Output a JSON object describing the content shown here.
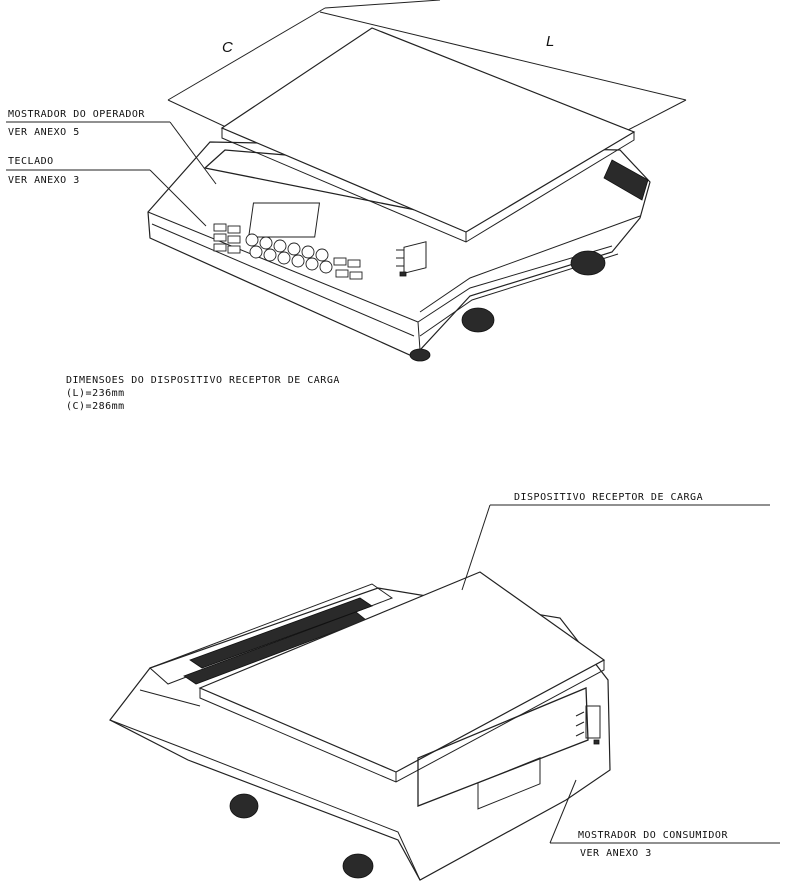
{
  "dimension_labels": {
    "c": "C",
    "l": "L"
  },
  "callouts_top": {
    "operator_display": "MOSTRADOR DO OPERADOR",
    "operator_display_ref": "VER ANEXO 5",
    "keyboard": "TECLADO",
    "keyboard_ref": "VER ANEXO 3"
  },
  "dimensions_note": {
    "heading": "DIMENSOES DO DISPOSITIVO RECEPTOR DE CARGA",
    "length": "(L)=236mm",
    "width": "(C)=286mm"
  },
  "callouts_bottom": {
    "load_receptor": "DISPOSITIVO RECEPTOR DE CARGA",
    "customer_display": "MOSTRADOR DO CONSUMIDOR",
    "customer_display_ref": "VER ANEXO 3"
  },
  "colors": {
    "line": "#222222",
    "background": "#ffffff"
  }
}
